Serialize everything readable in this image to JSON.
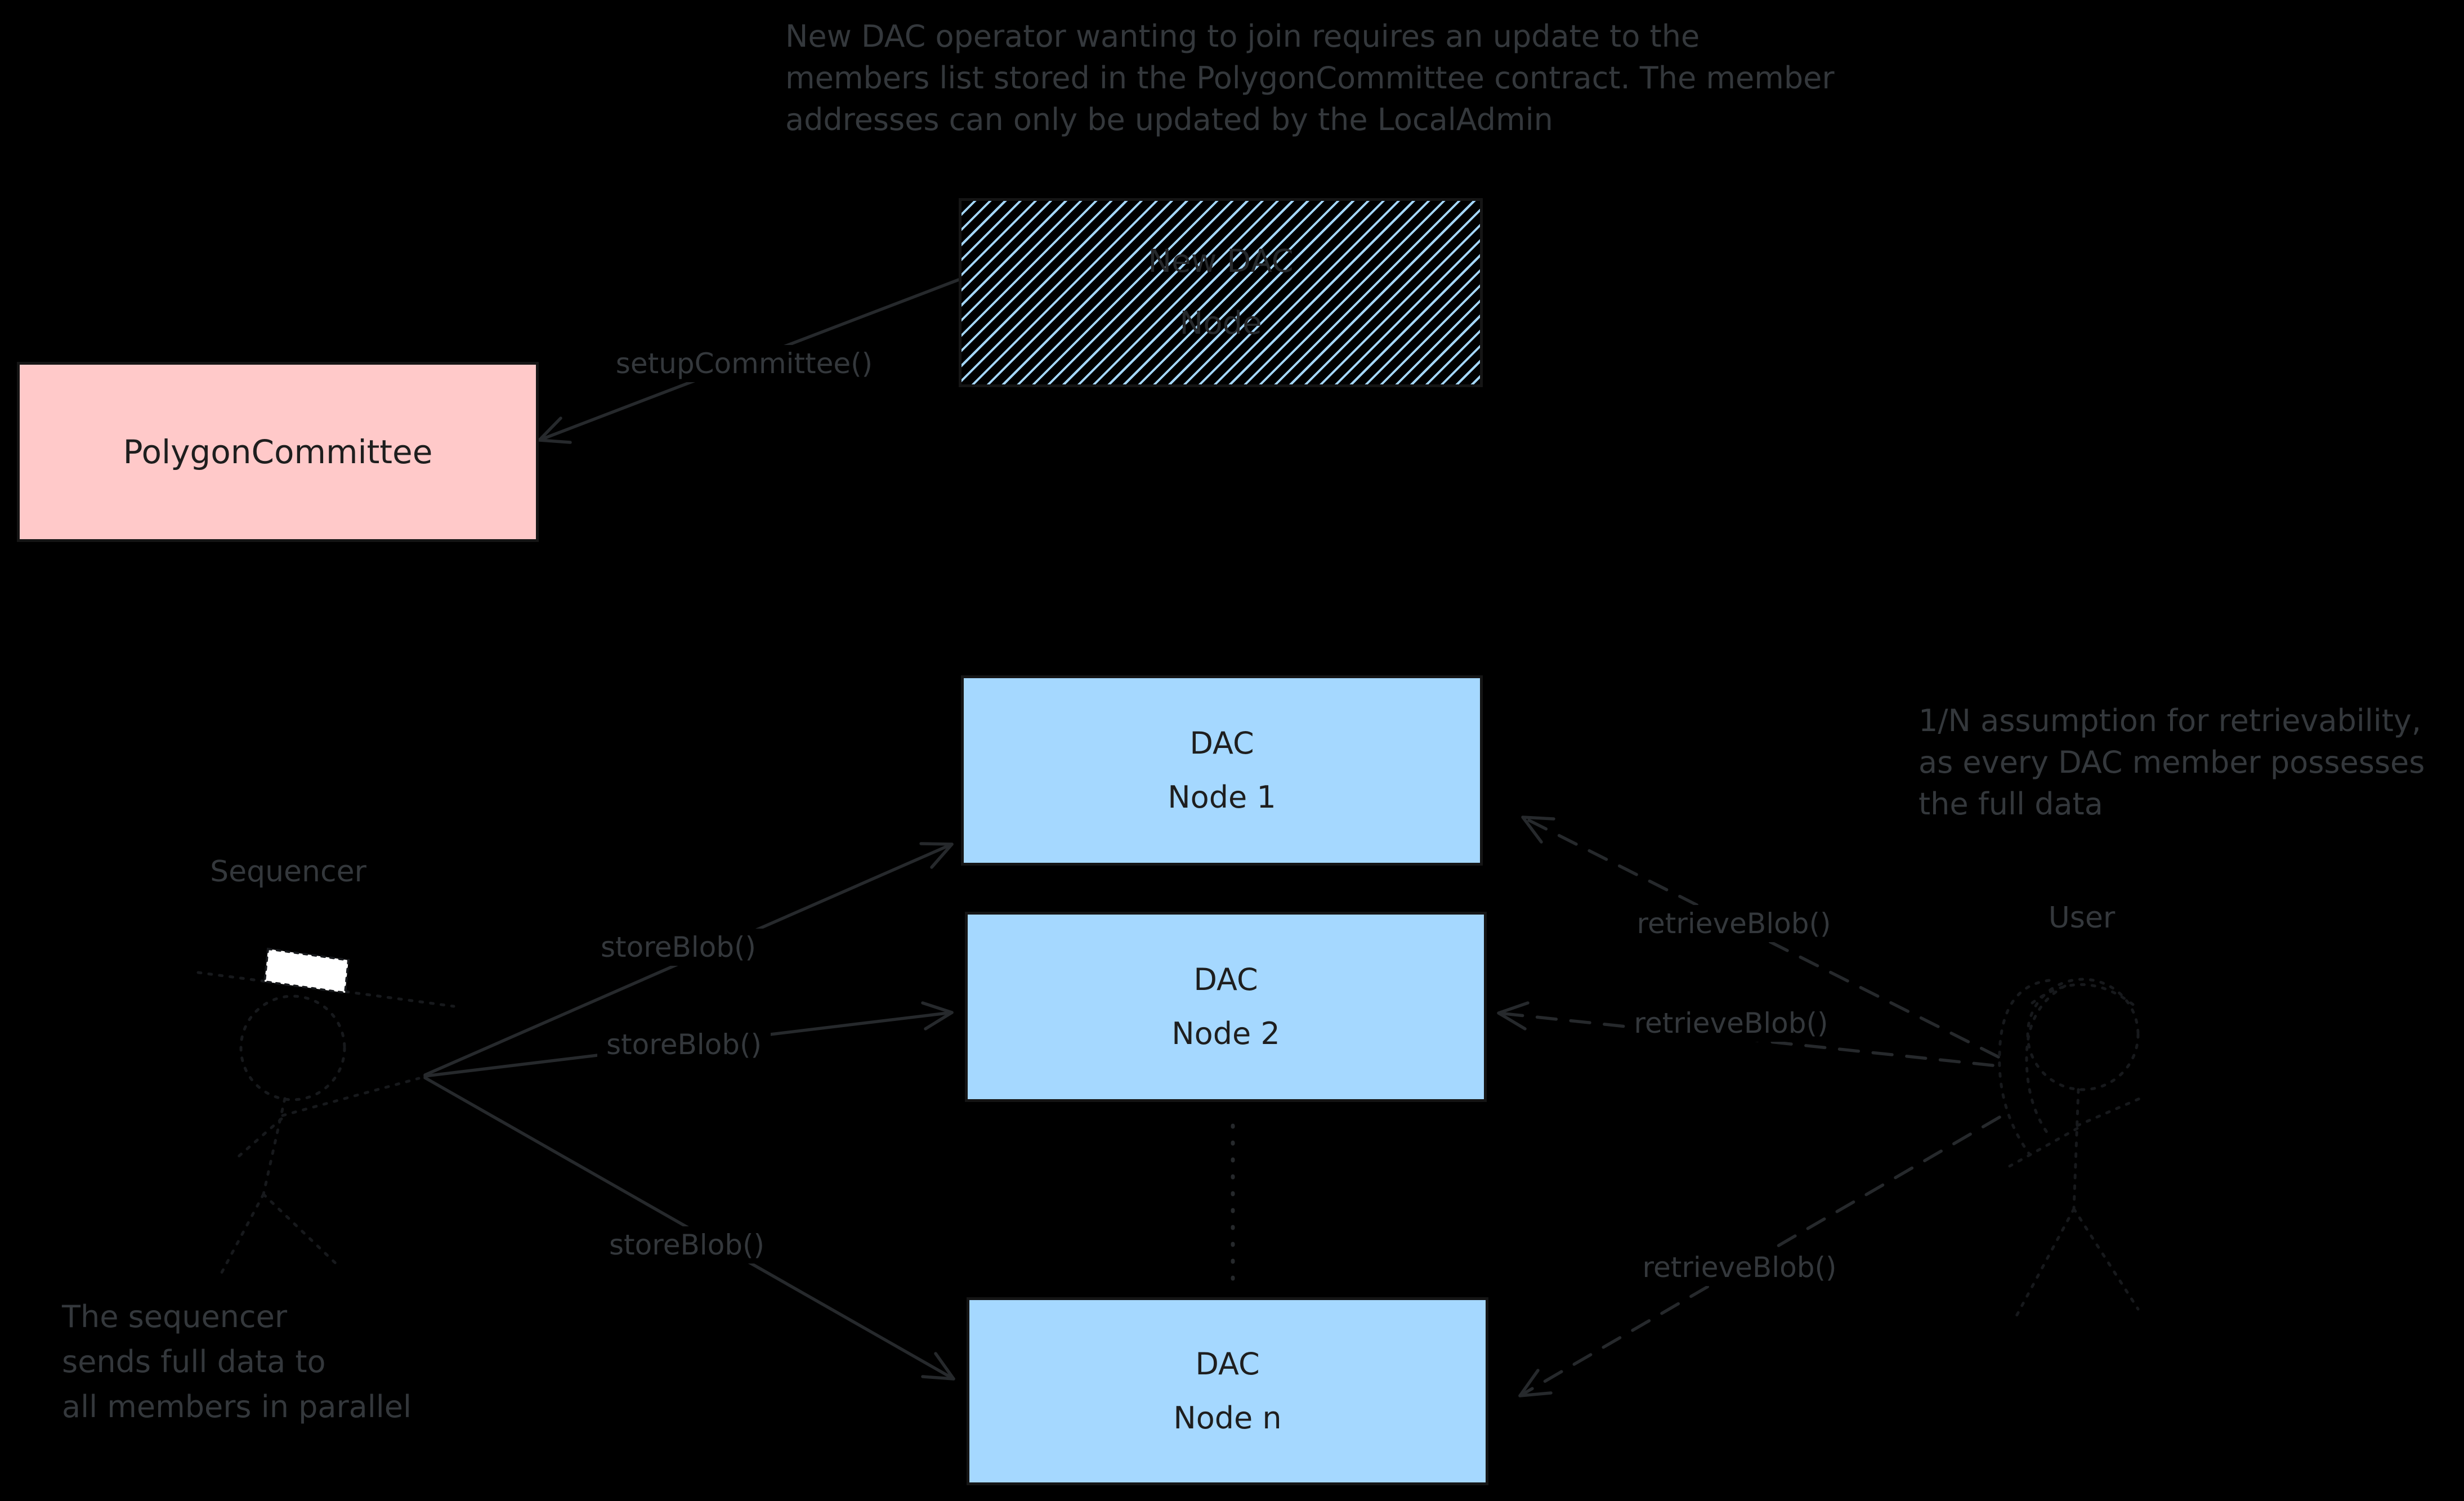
{
  "colors": {
    "background": "#000000",
    "committee_fill": "#ffc9c9",
    "node_fill": "#a5d8ff",
    "hatch_line": "#a5d8ff",
    "box_border": "#151515",
    "box_text": "#1e1e1e",
    "annotation_text": "#34383c",
    "arrow": "#26292c",
    "icon_stroke": "#17191c",
    "hat_fill": "#ffffff"
  },
  "notes": {
    "join_note": {
      "lines": [
        "New DAC operator wanting to join requires an update to the",
        "members list stored in the PolygonCommittee contract. The member",
        "addresses can only be updated by the LocalAdmin"
      ]
    },
    "retrievability_note": {
      "lines": [
        "1/N assumption for retrievability,",
        "as every DAC member possesses",
        "the full data"
      ]
    },
    "sequencer_note": {
      "lines": [
        "The sequencer",
        "sends full data to",
        "all members in parallel"
      ]
    }
  },
  "boxes": {
    "new_dac_node": {
      "line1": "New DAC",
      "line2": "Node"
    },
    "polygon_committee": {
      "label": "PolygonCommittee"
    },
    "dac_node_1": {
      "line1": "DAC",
      "line2": "Node 1"
    },
    "dac_node_2": {
      "line1": "DAC",
      "line2": "Node 2"
    },
    "dac_node_n": {
      "line1": "DAC",
      "line2": "Node n"
    }
  },
  "actors": {
    "sequencer": {
      "label": "Sequencer",
      "icon": "person-with-hat-icon"
    },
    "user": {
      "label": "User",
      "icon": "person-icon"
    }
  },
  "edges": {
    "setup_committee": {
      "label": "setupCommittee()",
      "style": "solid-arrow"
    },
    "store_blob_1": {
      "label": "storeBlob()",
      "style": "solid-arrow"
    },
    "store_blob_2": {
      "label": "storeBlob()",
      "style": "solid-arrow"
    },
    "store_blob_3": {
      "label": "storeBlob()",
      "style": "solid-arrow"
    },
    "retrieve_blob_1": {
      "label": "retrieveBlob()",
      "style": "dashed-arrow"
    },
    "retrieve_blob_2": {
      "label": "retrieveBlob()",
      "style": "dashed-arrow"
    },
    "retrieve_blob_3": {
      "label": "retrieveBlob()",
      "style": "dashed-arrow"
    },
    "more_nodes_divider": {
      "label": "",
      "style": "dotted-line"
    }
  }
}
